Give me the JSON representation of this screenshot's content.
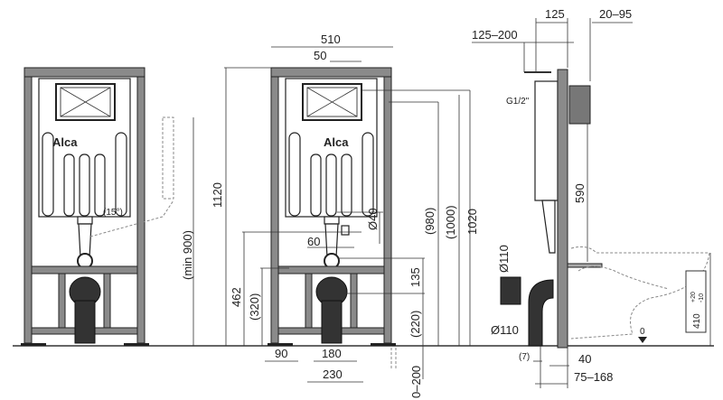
{
  "title": "Installation frame technical drawing",
  "brand_logo": "Alca",
  "front_view_left": {
    "angle": "(15°)",
    "min_height": "(min 900)"
  },
  "front_view_right": {
    "width": "510",
    "offset_top": "50",
    "height_total": "1120",
    "h_980": "(980)",
    "h_1000": "(1000)",
    "h_1020": "1020",
    "diam_40": "Ø40",
    "d_60": "60",
    "h_462": "462",
    "h_320": "(320)",
    "d_135": "135",
    "h_220": "(220)",
    "w_90": "90",
    "w_180": "180",
    "w_230": "230",
    "adj_0_200": "0–200"
  },
  "side_view": {
    "d_125": "125",
    "d_20_95": "20–95",
    "d_125_200": "125–200",
    "thread": "G1/2\"",
    "h_590": "590",
    "diam_110_top": "Ø110",
    "diam_110_bottom": "Ø110",
    "d_7": "(7)",
    "d_40": "40",
    "d_75_168": "75–168",
    "zero": "0",
    "seat_height": "410",
    "tol_plus": "+20",
    "tol_minus": "-10"
  }
}
